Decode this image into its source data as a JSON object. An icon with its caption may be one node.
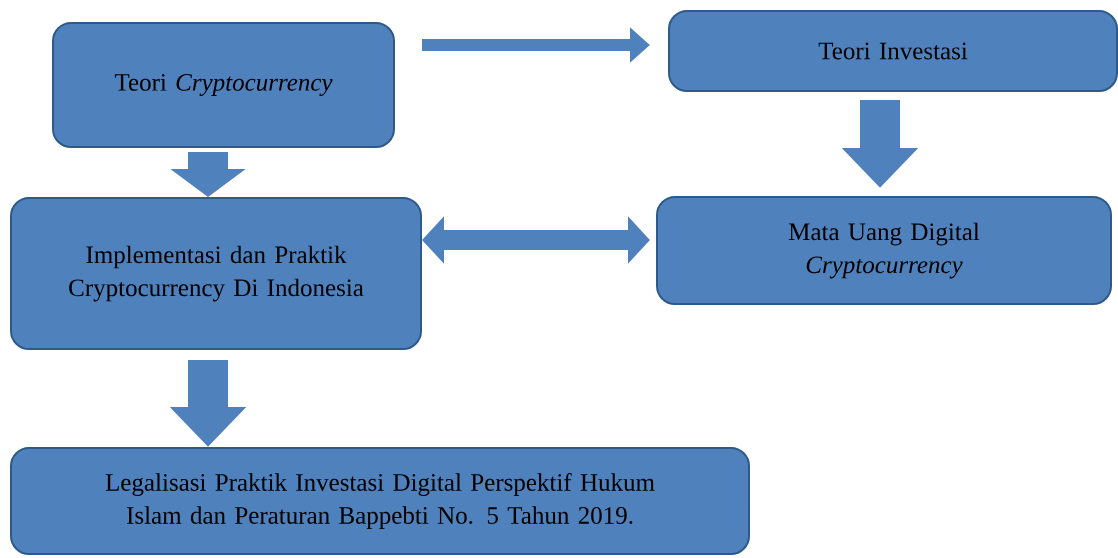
{
  "diagram": {
    "nodes": [
      {
        "text": [
          "Teori *Cryptocurrency*"
        ]
      },
      {
        "text": [
          "Teori Investasi"
        ]
      },
      {
        "text": [
          "Implementasi dan Praktik Cryptocurrency Di Indonesia"
        ]
      },
      {
        "text": [
          "Mata Uang Digital *Cryptocurrency*"
        ]
      },
      {
        "text": [
          "Legalisasi Praktik Investasi Digital Perspektif Hukum Islam dan Peraturan Bappebti No. 5 Tahun 2019."
        ]
      }
    ],
    "edges": [
      {
        "from": 0,
        "to": 1,
        "arrow": "to"
      },
      {
        "from": 1,
        "to": 3,
        "arrow": "to"
      },
      {
        "from": 0,
        "to": 2,
        "arrow": "to"
      },
      {
        "from": 2,
        "to": 3,
        "arrow": "both"
      },
      {
        "from": 2,
        "to": 4,
        "arrow": "to"
      }
    ]
  }
}
